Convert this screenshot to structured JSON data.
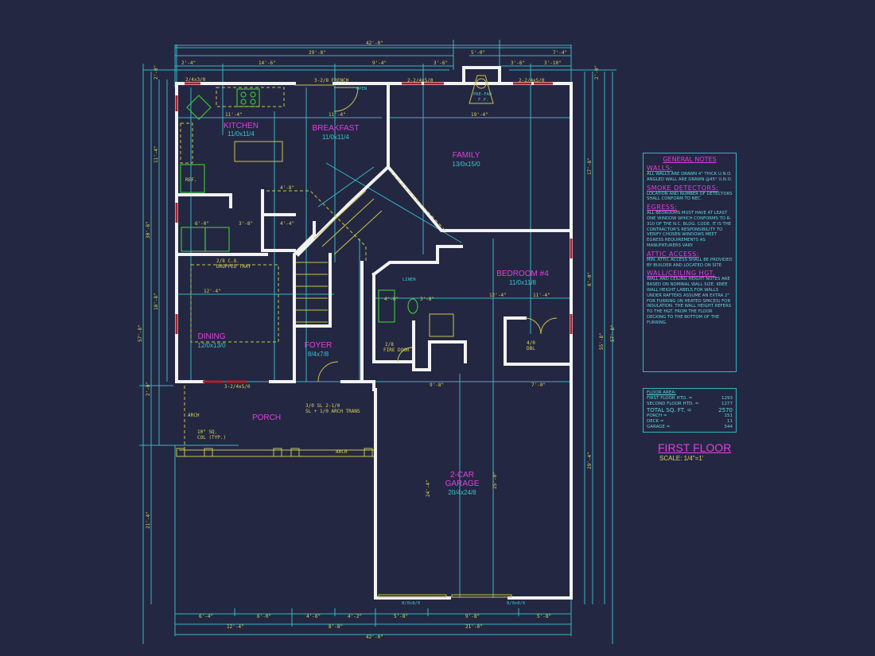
{
  "rooms": {
    "kitchen": {
      "name": "KITCHEN",
      "size": "11/0x11/4"
    },
    "breakfast": {
      "name": "BREAKFAST",
      "size": "11/0x11/4"
    },
    "family": {
      "name": "FAMILY",
      "size": "13/0x15/0"
    },
    "bedroom4": {
      "name": "BEDROOM #4",
      "size": "11/0x11/8"
    },
    "dining": {
      "name": "DINING",
      "size": "12/0x13/0"
    },
    "foyer": {
      "name": "FOYER",
      "size": "8/4x7/8"
    },
    "porch": {
      "name": "PORCH"
    },
    "garage": {
      "name1": "2-CAR",
      "name2": "GARAGE",
      "size": "20/4x24/8"
    }
  },
  "plan_labels": {
    "french_door": "3-2/8 FRENCH",
    "open": "OPEN",
    "window_kitchen": "2/4x3/0",
    "window_family_l": "2-2/4x5/0",
    "window_family_r": "2-2/4x5/0",
    "fireplace": "PRE-FAB",
    "fireplace2": "F.P.",
    "linen": "LINEN",
    "dropped_tray": "2/8 C.O.",
    "dropped_tray2": "DROPPED TRAY",
    "dining_window": "3-2/4x5/0",
    "entry": "3/0 SL 2-1/0",
    "entry2": "SL + 1/0 ARCH TRANS",
    "fire_door": "2/8",
    "fire_door2": "FIRE DOOR",
    "arch1": "ARCH",
    "arch2": "ARCH",
    "column": "10\" SQ.",
    "column2": "COL (TYP.)",
    "garage_door_l": "8/0x8/0",
    "garage_door_r": "8/0x8/0",
    "del": "4/0",
    "del2": "DBL",
    "refr": "REF."
  },
  "dimensions": {
    "top_overall": "42'-0\"",
    "top_left": "29'-8\"",
    "top_right": "5'-0\"",
    "top_right2": "7'-4\"",
    "top_chain": [
      "2'-4\"",
      "14'-6\"",
      "9'-4\"",
      "3'-6\"",
      "3'-6\"",
      "3'-10\""
    ],
    "bottom_chain": [
      "6'-4\"",
      "6'-0\"",
      "4'-6\"",
      "4'-2\"",
      "5'-8\"",
      "9'-8\"",
      "5'-8\""
    ],
    "bottom_mid": [
      "12'-4\"",
      "8'-8\"",
      "21'-0\""
    ],
    "bottom_overall": "42'-0\"",
    "left_overall": "57'-8\"",
    "right_overall": "57'-8\"",
    "left_chain": [
      "2'-0\"",
      "11'-4\"",
      "30'-8\"",
      "18'-8\"",
      "2'-0\"",
      "21'-4\""
    ],
    "right_chain": [
      "2'-0\"",
      "17'-8\"",
      "8'-0\"",
      "55'-8\"",
      "29'-4\""
    ],
    "interior": [
      "11'-4\"",
      "11'-4\"",
      "19'-4\"",
      "4'-8\"",
      "3'-8\"",
      "4'-4\"",
      "6'-0\"",
      "12'-4\"",
      "12'-4\"",
      "11'-4\"",
      "9'-8\"",
      "7'-0\"",
      "24'-4\"",
      "25'-0\"",
      "4'-0\"",
      "3'-8\""
    ]
  },
  "notes": {
    "title": "GENERAL NOTES",
    "sections": [
      {
        "heading": "WALLS:",
        "text": "ALL WALLS ARE DRAWN 4\" THICK U.N.O. ANGLED WALL ARE DRAWN @45° U.N.O."
      },
      {
        "heading": "SMOKE DETECTORS:",
        "text": "LOCATION AND NUMBER OF DETECTORS SHALL CONFORM TO NEC."
      },
      {
        "heading": "EGRESS:",
        "text": "ALL BEDROOMS MUST HAVE AT LEAST ONE WINDOW WHICH CONFORMS TO R-310 OF THE N.C. BLDG. CODE. IT IS THE CONTRACTOR'S RESPONSIBILITY TO VERIFY CHOSEN WINDOWS MEET EGRESS REQUIREMENTS AS MANUFATURERS VARY."
      },
      {
        "heading": "ATTIC ACCESS:",
        "text": "MIN. ATTIC ACCESS SHALL BE PROVIDED BY BUILDER AND LOCATED ON SITE."
      },
      {
        "heading": "WALL/CEILING HGT.",
        "text": "WALL AND CEILING HEIGHT NOTES ARE BASED ON NOMINAL WALL SIZE. KNEE WALL HEIGHT LABELS FOR WALLS UNDER RAFTERS ASSUME AN EXTRA 2\" FOR FURRING (IN HEATED SPACES) FOR INSULATION. THE WALL HEIGHT REFERS TO THE HGT. FROM THE FLOOR DECKING TO THE BOTTOM OF THE FURRING."
      }
    ]
  },
  "floor_area": {
    "title": "FLOOR AREA:",
    "rows": [
      {
        "label": "FIRST FLOOR HTD. =",
        "value": "1293"
      },
      {
        "label": "SECOND FLOOR HTD. =",
        "value": "1277"
      },
      {
        "label": "TOTAL SQ. FT. =",
        "value": "2570"
      },
      {
        "label": "PORCH =",
        "value": "151"
      },
      {
        "label": "DECK =",
        "value": "11"
      },
      {
        "label": "GARAGE =",
        "value": "544"
      }
    ]
  },
  "sheet": {
    "title": "FIRST FLOOR",
    "scale": "SCALE: 1/4\"=1'"
  },
  "colors": {
    "background": "#242741",
    "walls": "#f2f2f2",
    "dimensions": "#35b6c6",
    "room_labels": "#e23fe0",
    "annotations": "#d9d45a"
  }
}
